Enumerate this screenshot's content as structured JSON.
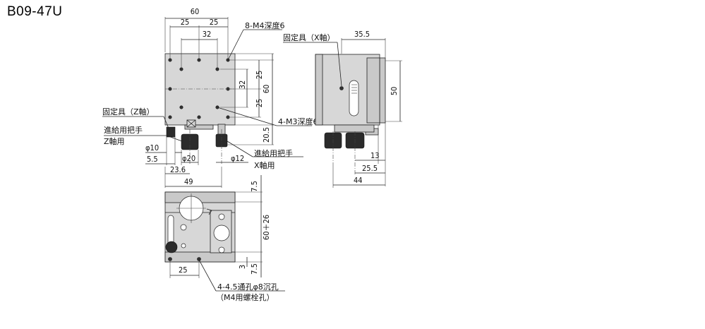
{
  "title": "B09-47U",
  "front": {
    "dim_top_60": "60",
    "dim_25_left": "25",
    "dim_25_right": "25",
    "dim_32_top": "32",
    "dim_25_r1": "25",
    "dim_32_r": "32",
    "dim_25_r2": "25",
    "dim_60_r": "60",
    "dim_20_5": "20.5",
    "dim_phi10": "φ10",
    "dim_5_5": "5.5",
    "dim_phi20": "φ20",
    "dim_23_6": "23.6",
    "dim_phi12": "φ12",
    "dim_49": "49",
    "note_8m4": "8-M4深度6",
    "note_4m3": "4-M3深度6",
    "note_fix_z": "固定具（Z軸）",
    "note_feed_z_1": "進給用把手",
    "note_feed_z_2": "Z軸用",
    "note_feed_x_1": "進給用把手",
    "note_feed_x_2": "X軸用"
  },
  "side": {
    "note_fix_x": "固定具（X軸）",
    "dim_35_5": "35.5",
    "dim_50": "50",
    "dim_13": "13",
    "dim_25_5": "25.5",
    "dim_44": "44"
  },
  "bottom": {
    "dim_7_5_top": "7.5",
    "dim_60_26": "60＋26",
    "dim_3": "3",
    "dim_7_5_bot": "7.5",
    "dim_25": "25",
    "note_holes_1": "4-4.5通孔φ8沉孔",
    "note_holes_2": "（M4用螺栓孔）"
  }
}
